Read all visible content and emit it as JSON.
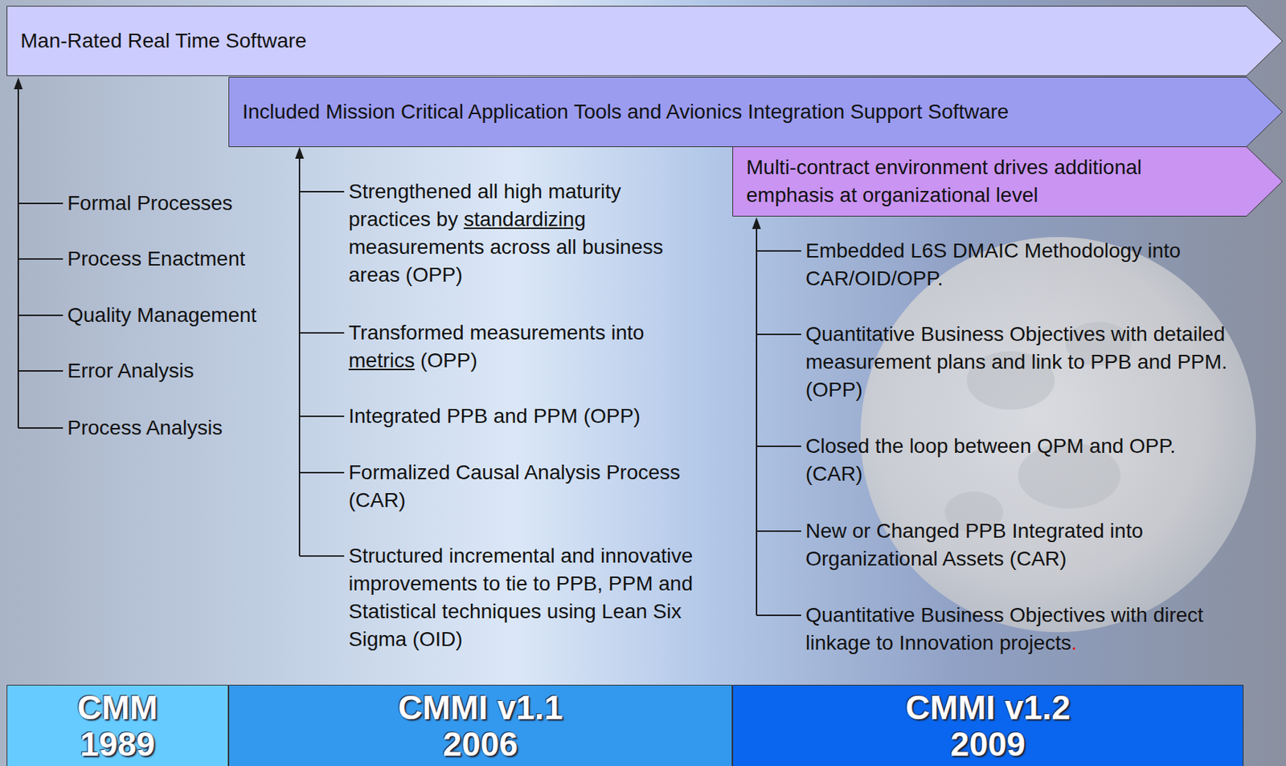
{
  "diagram": {
    "nodes": [
      {
        "text": [
          "Man-Rated Real Time Software"
        ]
      },
      {
        "text": [
          "Included Mission Critical Application Tools and Avionics Integration Support Software"
        ]
      },
      {
        "text": [
          "Multi-contract environment drives additional emphasis at organizational level"
        ]
      },
      {
        "text": [
          "CMM",
          "1989"
        ]
      },
      {
        "text": [
          "CMMI v1.1",
          "2006"
        ]
      },
      {
        "text": [
          "CMMI v1.2",
          "2009"
        ]
      }
    ],
    "labels": [
      "Formal Processes",
      "Process Enactment",
      "Quality Management",
      "Error Analysis",
      "Process Analysis",
      "Strengthened all high maturity practices by standardizing measurements across all business areas (OPP)",
      "Transformed measurements into metrics (OPP)",
      "Integrated PPB and PPM (OPP)",
      "Formalized Causal Analysis Process (CAR)",
      "Structured incremental and innovative improvements to tie to PPB, PPM and Statistical techniques using Lean Six Sigma (OID)",
      "Embedded L6S DMAIC Methodology into CAR/OID/OPP.",
      "Quantitative Business Objectives with detailed measurement plans and link to PPB and PPM. (OPP)",
      "Closed the loop between QPM and OPP.  (CAR)",
      "New or Changed PPB Integrated into Organizational Assets (CAR)",
      "Quantitative Business Objectives with direct linkage to Innovation projects."
    ]
  }
}
